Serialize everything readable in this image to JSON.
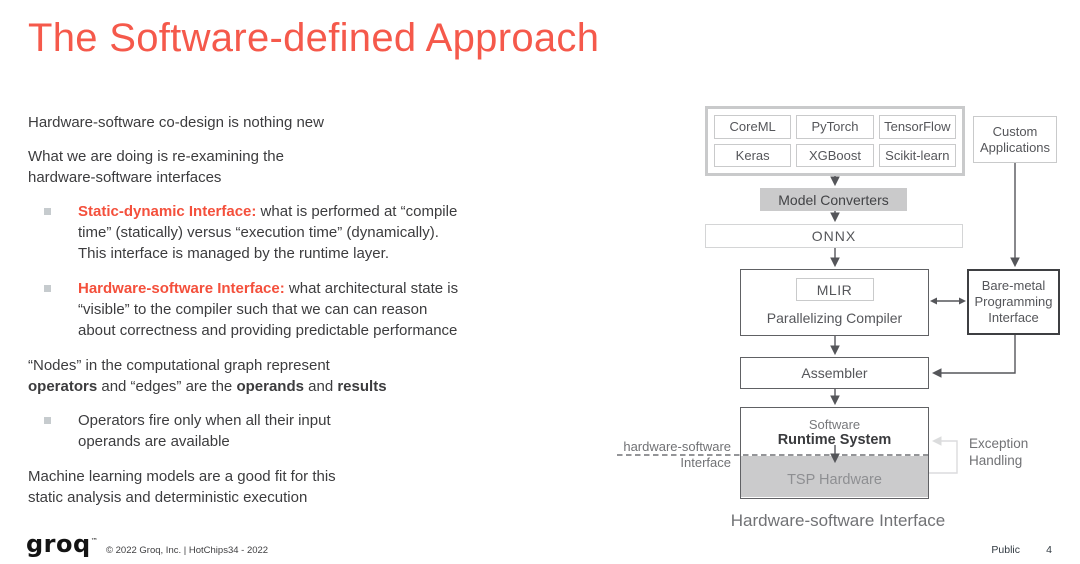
{
  "title": "The Software-defined Approach",
  "left_panel": {
    "p1": "Hardware-software co-design is nothing new",
    "p2": "What we are doing is re-examining the\nhardware-software interfaces",
    "bullet1": {
      "lead": "Static-dynamic Interface:",
      "body": " what is performed at “compile\ntime” (statically) versus “execution time” (dynamically).\nThis interface is managed by the runtime layer."
    },
    "bullet2": {
      "lead": "Hardware-software Interface:",
      "body": " what architectural state is\n“visible” to the compiler such that we can can reason\nabout correctness and providing predictable performance"
    },
    "p3": {
      "s1": "“Nodes” in the computational graph represent\n",
      "s2": "operators",
      "s3": " and “edges” are the ",
      "s4": "operands",
      "s5": " and ",
      "s6": "results"
    },
    "bullet3": "Operators fire only when all their input\noperands are available",
    "p4": "Machine learning models are a good fit for this\nstatic analysis and deterministic execution"
  },
  "diagram": {
    "frameworks": [
      "CoreML",
      "PyTorch",
      "TensorFlow",
      "Keras",
      "XGBoost",
      "Scikit-learn"
    ],
    "custom_applications": "Custom\nApplications",
    "model_converters": "Model Converters",
    "onnx": "ONNX",
    "mlir": "MLIR",
    "parallelizing_compiler": "Parallelizing Compiler",
    "bare_metal": "Bare-metal\nProgramming\nInterface",
    "assembler": "Assembler",
    "runtime": {
      "line1": "Software",
      "line2": "Runtime System"
    },
    "tsp_hardware": "TSP Hardware",
    "hw_sw_label": "hardware-software\nInterface",
    "exception_handling": "Exception\nHandling",
    "caption": "Hardware-software Interface"
  },
  "footer": {
    "logo": "groq",
    "trademark": "™",
    "copyright": "© 2022 Groq, Inc. | HotChips34 - 2022",
    "classification": "Public",
    "page": "4"
  },
  "colors": {
    "title": "#F5594B",
    "accent": "#F4503C",
    "body_text": "#3C3C3E",
    "diagram_text": "#55565A",
    "muted_text": "#717275",
    "light_border": "#C9CACB",
    "dark_border": "#606164",
    "gray_fill": "#CACACB"
  }
}
